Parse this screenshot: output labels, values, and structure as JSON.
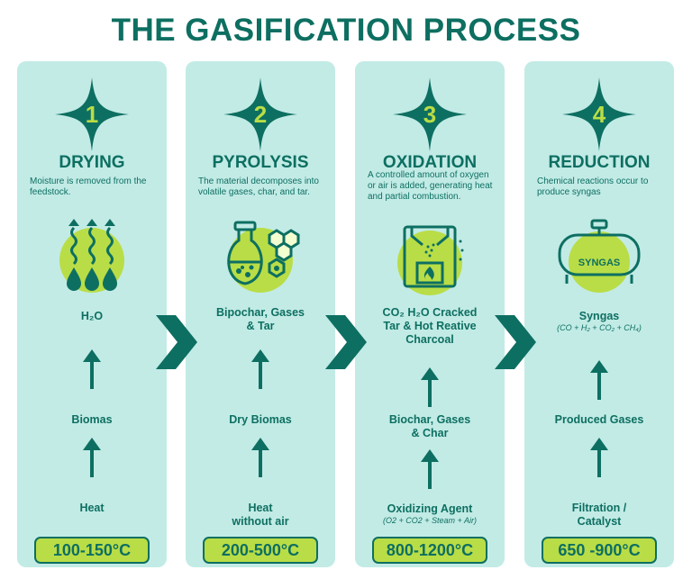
{
  "title": "THE GASIFICATION PROCESS",
  "colors": {
    "teal": "#0d6f61",
    "panel": "#c2ebe6",
    "lime": "#b9dd46",
    "white": "#ffffff"
  },
  "icons": [
    "star-icon",
    "steam-droplets-icon",
    "flask-molecule-icon",
    "furnace-flame-icon",
    "gas-tank-icon",
    "up-arrow-icon",
    "chevron-right-icon"
  ],
  "steps": [
    {
      "number": "1",
      "name": "DRYING",
      "description": "Moisture is removed from the feedstock.",
      "output": "H₂O",
      "middle": "Biomas",
      "input": "Heat",
      "temperature": "100-150°C"
    },
    {
      "number": "2",
      "name": "PYROLYSIS",
      "description": "The material decomposes into volatile gases, char, and tar.",
      "output": "Bipochar, Gases & Tar",
      "middle": "Dry Biomas",
      "input": "Heat without air",
      "temperature": "200-500°C"
    },
    {
      "number": "3",
      "name": "OXIDATION",
      "description": "A controlled amount of oxygen or air is added, generating heat and partial combustion.",
      "output": "CO₂ H₂O Cracked Tar & Hot Reative Charcoal",
      "middle": "Biochar, Gases & Char",
      "input": "Oxidizing Agent",
      "input_sub": "(O2 + CO2 + Steam + Air)",
      "temperature": "800-1200°C"
    },
    {
      "number": "4",
      "name": "REDUCTION",
      "description": "Chemical reactions occur to produce syngas",
      "tank_label": "SYNGAS",
      "output": "Syngas",
      "output_sub": "(CO + H₂ + CO₂ + CH₄)",
      "middle": "Produced Gases",
      "input": "Filtration / Catalyst",
      "temperature": "650 -900°C"
    }
  ]
}
